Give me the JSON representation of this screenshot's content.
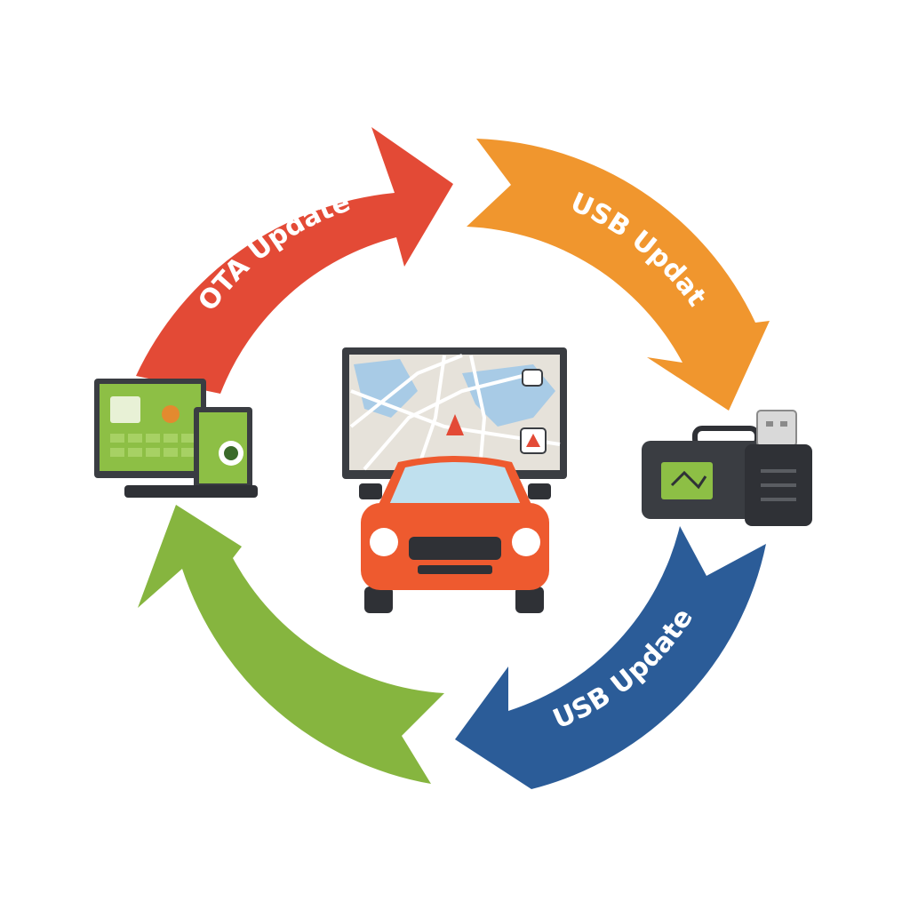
{
  "diagram": {
    "colors": {
      "red": "#e34a36",
      "orange": "#f0962e",
      "blue": "#2b5c98",
      "green": "#86b53f",
      "car": "#ee5a2f",
      "dark": "#3a3d42"
    },
    "arrows": [
      {
        "id": "red",
        "label": "OTA Update"
      },
      {
        "id": "orange",
        "label": "USB Update"
      },
      {
        "id": "blue",
        "label": "USB Update"
      },
      {
        "id": "green",
        "label": ""
      }
    ],
    "nodes": [
      {
        "id": "center",
        "icon": "car-with-navigation-screen-icon"
      },
      {
        "id": "left",
        "icon": "laptop-and-tablet-app-store-icon"
      },
      {
        "id": "right",
        "icon": "usb-drive-and-device-icon"
      }
    ]
  }
}
